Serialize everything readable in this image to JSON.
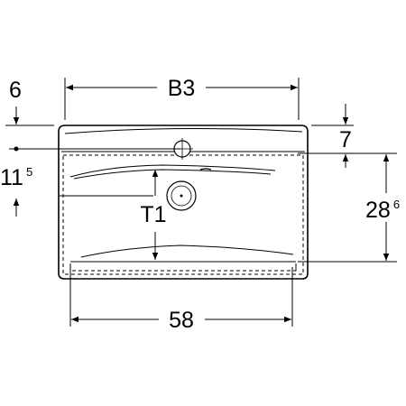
{
  "dimensions": {
    "basin_width": "B3",
    "overall_width": "58",
    "rim_offset_left": "6",
    "rim_offset_right": "7",
    "tap_hole_distance": {
      "base": "11",
      "sup": "5"
    },
    "basin_depth": {
      "base": "28",
      "sup": "6"
    },
    "drain_position": "T1"
  }
}
